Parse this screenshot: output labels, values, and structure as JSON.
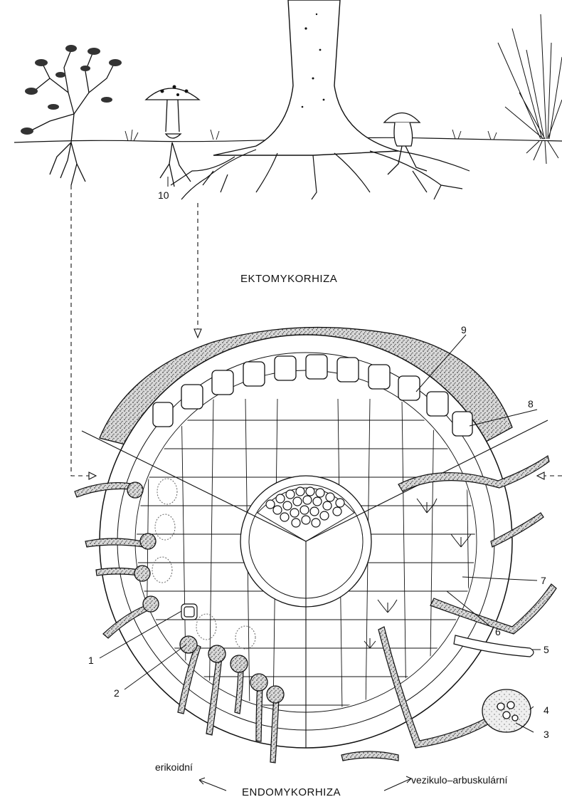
{
  "labels": {
    "ektomykorhiza": "EKTOMYKORHIZA",
    "endomykorhiza": "ENDOMYKORHIZA",
    "erikoidni": "erikoidní",
    "vezikulo": "vezikulo–arbuskulární"
  },
  "numbers": [
    "1",
    "2",
    "3",
    "4",
    "5",
    "6",
    "7",
    "8",
    "9",
    "10"
  ],
  "colors": {
    "ink": "#111111",
    "stipple": "#555555",
    "paper": "#ffffff"
  }
}
